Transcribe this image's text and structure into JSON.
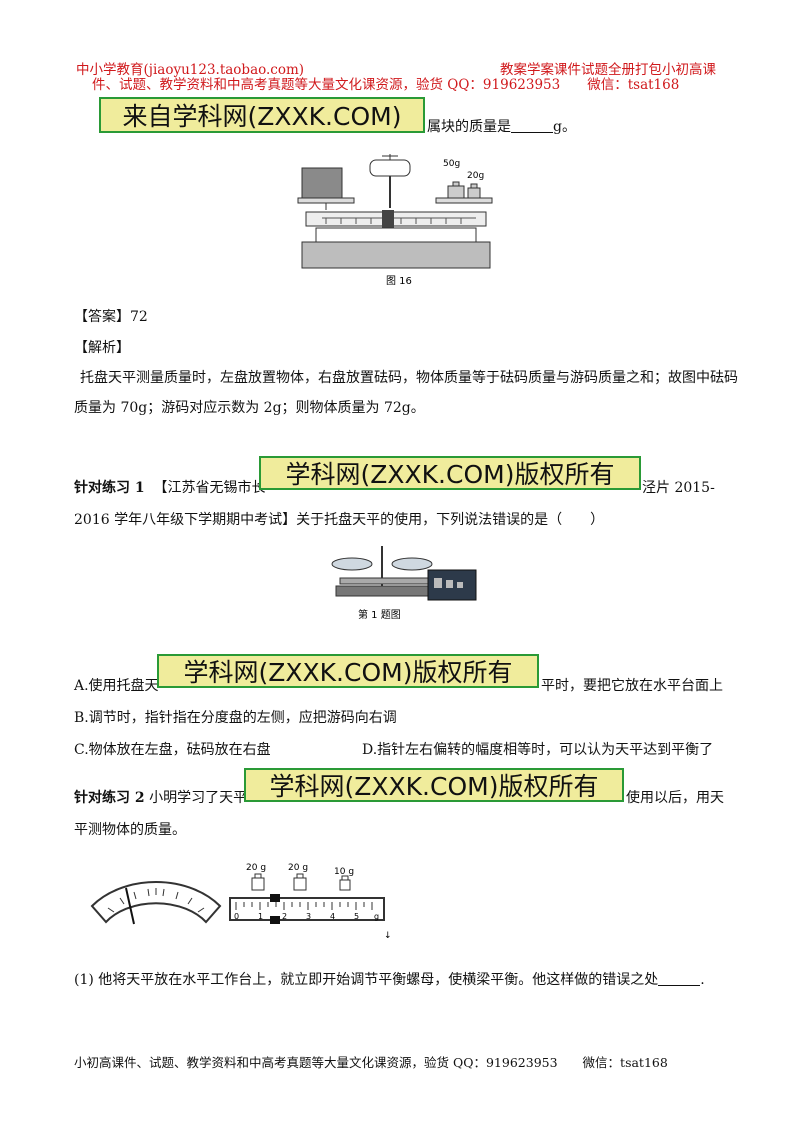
{
  "header": {
    "left": "中小学教育(jiaoyu123.taobao.com)",
    "right": "教案学案课件试题全册打包小初高课",
    "line2": "件、试题、教学资料和中高考真题等大量文化课资源，验货 QQ：919623953　　微信：tsat168"
  },
  "watermarks": {
    "w1": "来自学科网(ZXXK.COM)",
    "w2": "学科网(ZXXK.COM)版权所有"
  },
  "q0": {
    "tail": "属块的质量是",
    "unit": "g。"
  },
  "fig16": {
    "caption": "图 16",
    "w50": "50g",
    "w20": "20g"
  },
  "answer": {
    "label": "【答案】",
    "value": "72"
  },
  "analysis": {
    "label": "【解析】",
    "line1": "托盘天平测量质量时，左盘放置物体，右盘放置砝码，物体质量等于砝码质量与游码质量之和；故图中砝码",
    "line2": "质量为 70g；游码对应示数为 2g；则物体质量为 72g。"
  },
  "p1": {
    "label": "针对练习 1",
    "pre": "【江苏省无锡市长",
    "post": "泾片 2015-",
    "line2": "2016 学年八年级下学期期中考试】关于托盘天平的使用，下列说法错误的是（　　）",
    "fig_caption": "第 1 题图",
    "optA_pre": "A.使用托盘天",
    "optA_post": "平时，要把它放在水平台面上",
    "optB": "B.调节时，指针指在分度盘的左侧，应把游码向右调",
    "optC": "C.物体放在左盘，砝码放在右盘",
    "optD": "D.指针左右偏转的幅度相等时，可以认为天平达到平衡了"
  },
  "p2": {
    "label": "针对练习 2",
    "pre": "小明学习了天平",
    "post": "使用以后，用天",
    "line2": "平测物体的质量。",
    "w1": "20 g",
    "w2": "20 g",
    "w3": "10 g",
    "scale_labels": [
      "0",
      "1",
      "2",
      "3",
      "4",
      "5"
    ],
    "scale_unit": "g",
    "arrow": "↓",
    "q1": "(1) 他将天平放在水平工作台上，就立即开始调节平衡螺母，使横梁平衡。他这样做的错误之处",
    "q1_end": "."
  },
  "footer": "小初高课件、试题、教学资料和中高考真题等大量文化课资源，验货 QQ：919623953　　微信：tsat168"
}
